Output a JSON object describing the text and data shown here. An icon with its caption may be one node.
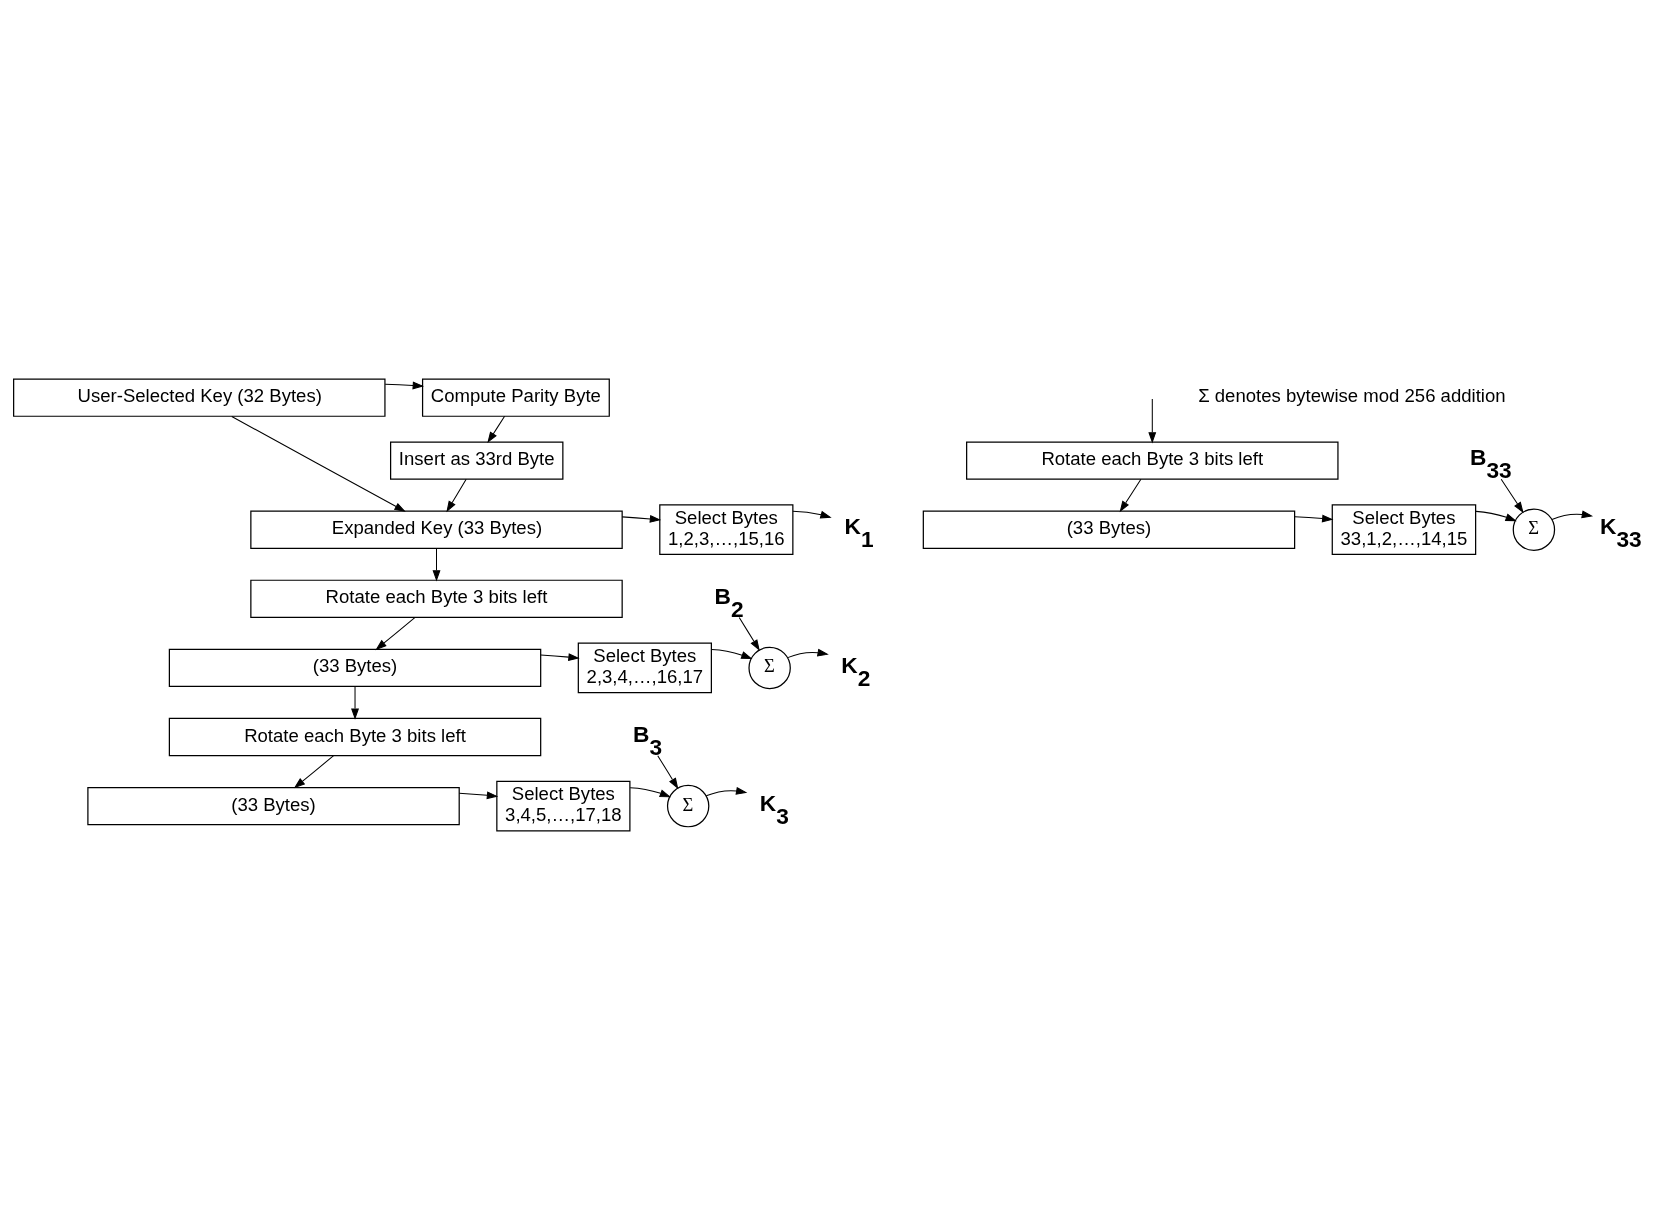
{
  "diagram": {
    "nodes": [
      {
        "text": [
          "User-Selected Key (32 Bytes)"
        ]
      },
      {
        "text": [
          "Compute Parity Byte"
        ]
      },
      {
        "text": [
          "Insert as 33rd Byte"
        ]
      },
      {
        "text": [
          "Expanded Key (33 Bytes)"
        ]
      },
      {
        "text": [
          "Select Bytes",
          "1,2,3,…,15,16"
        ]
      },
      {
        "text": [
          "K$_{1}$"
        ]
      },
      {
        "text": [
          "Rotate each Byte 3 bits left"
        ]
      },
      {
        "text": [
          "(33 Bytes)"
        ]
      },
      {
        "text": [
          "Select Bytes",
          "2,3,4,…,16,17"
        ]
      },
      {
        "text": [
          "B$_{2}$"
        ]
      },
      {
        "text": [
          "Σ"
        ]
      },
      {
        "text": [
          "K$_{2}$"
        ]
      },
      {
        "text": [
          "Rotate each Byte 3 bits left"
        ]
      },
      {
        "text": [
          "(33 Bytes)"
        ]
      },
      {
        "text": [
          "Select Bytes",
          "3,4,5,…,17,18"
        ]
      },
      {
        "text": [
          "B$_{3}$"
        ]
      },
      {
        "text": [
          "Σ"
        ]
      },
      {
        "text": [
          "K$_{3}$"
        ]
      },
      {
        "text": [
          "Rotate each Byte 3 bits left"
        ]
      },
      {
        "text": [
          "(33 Bytes)"
        ]
      },
      {
        "text": [
          "Select Bytes",
          "33,1,2,…,14,15"
        ]
      },
      {
        "text": [
          "B$_{33}$"
        ]
      },
      {
        "text": [
          "Σ"
        ]
      },
      {
        "text": [
          "K$_{33}$"
        ]
      }
    ],
    "edges": [
      {
        "from": 0,
        "to": 1,
        "arrow": "to"
      },
      {
        "from": 1,
        "to": 2,
        "arrow": "to"
      },
      {
        "from": 0,
        "to": 3,
        "arrow": "to"
      },
      {
        "from": 2,
        "to": 3,
        "arrow": "to"
      },
      {
        "from": 3,
        "to": 4,
        "arrow": "to"
      },
      {
        "from": 4,
        "to": 5,
        "arrow": "to"
      },
      {
        "from": 3,
        "to": 6,
        "arrow": "to"
      },
      {
        "from": 6,
        "to": 7,
        "arrow": "to"
      },
      {
        "from": 7,
        "to": 8,
        "arrow": "to"
      },
      {
        "from": 8,
        "to": 10,
        "arrow": "to"
      },
      {
        "from": 9,
        "to": 10,
        "arrow": "to"
      },
      {
        "from": 10,
        "to": 11,
        "arrow": "to"
      },
      {
        "from": 7,
        "to": 12,
        "arrow": "to"
      },
      {
        "from": 12,
        "to": 13,
        "arrow": "to"
      },
      {
        "from": 13,
        "to": 14,
        "arrow": "to"
      },
      {
        "from": 14,
        "to": 16,
        "arrow": "to"
      },
      {
        "from": 15,
        "to": 16,
        "arrow": "to"
      },
      {
        "from": 16,
        "to": 17,
        "arrow": "to"
      },
      {
        "from": null,
        "to": 18,
        "arrow": "to"
      },
      {
        "from": 18,
        "to": 19,
        "arrow": "to"
      },
      {
        "from": 19,
        "to": 20,
        "arrow": "to"
      },
      {
        "from": 20,
        "to": 22,
        "arrow": "to"
      },
      {
        "from": 21,
        "to": 22,
        "arrow": "to"
      },
      {
        "from": 22,
        "to": 23,
        "arrow": "to"
      }
    ],
    "labels": [
      "Σ denotes bytewise mod 256 addition"
    ]
  }
}
